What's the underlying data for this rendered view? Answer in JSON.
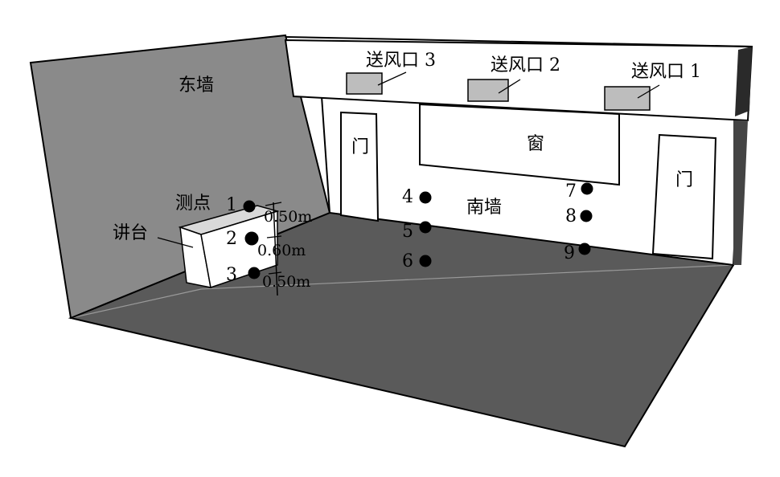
{
  "labels": {
    "east_wall": "东墙",
    "south_wall": "南墙",
    "window": "窗",
    "door_left": "门",
    "door_right": "门",
    "podium": "讲台",
    "measure_label": "测点",
    "vent_1": "送风口 1",
    "vent_2": "送风口 2",
    "vent_3": "送风口 3"
  },
  "points": {
    "p1": "1",
    "p2": "2",
    "p3": "3",
    "p4": "4",
    "p5": "5",
    "p6": "6",
    "p7": "7",
    "p8": "8",
    "p9": "9"
  },
  "dimensions": {
    "d1": "0.50m",
    "d2": "0.60m",
    "d3": "0.50m"
  },
  "colors": {
    "floor": "#5a5a5a",
    "east_wall": "#8a8a8a",
    "south_wall": "#ffffff",
    "vent": "#bdbdbd",
    "point": "#000000"
  }
}
